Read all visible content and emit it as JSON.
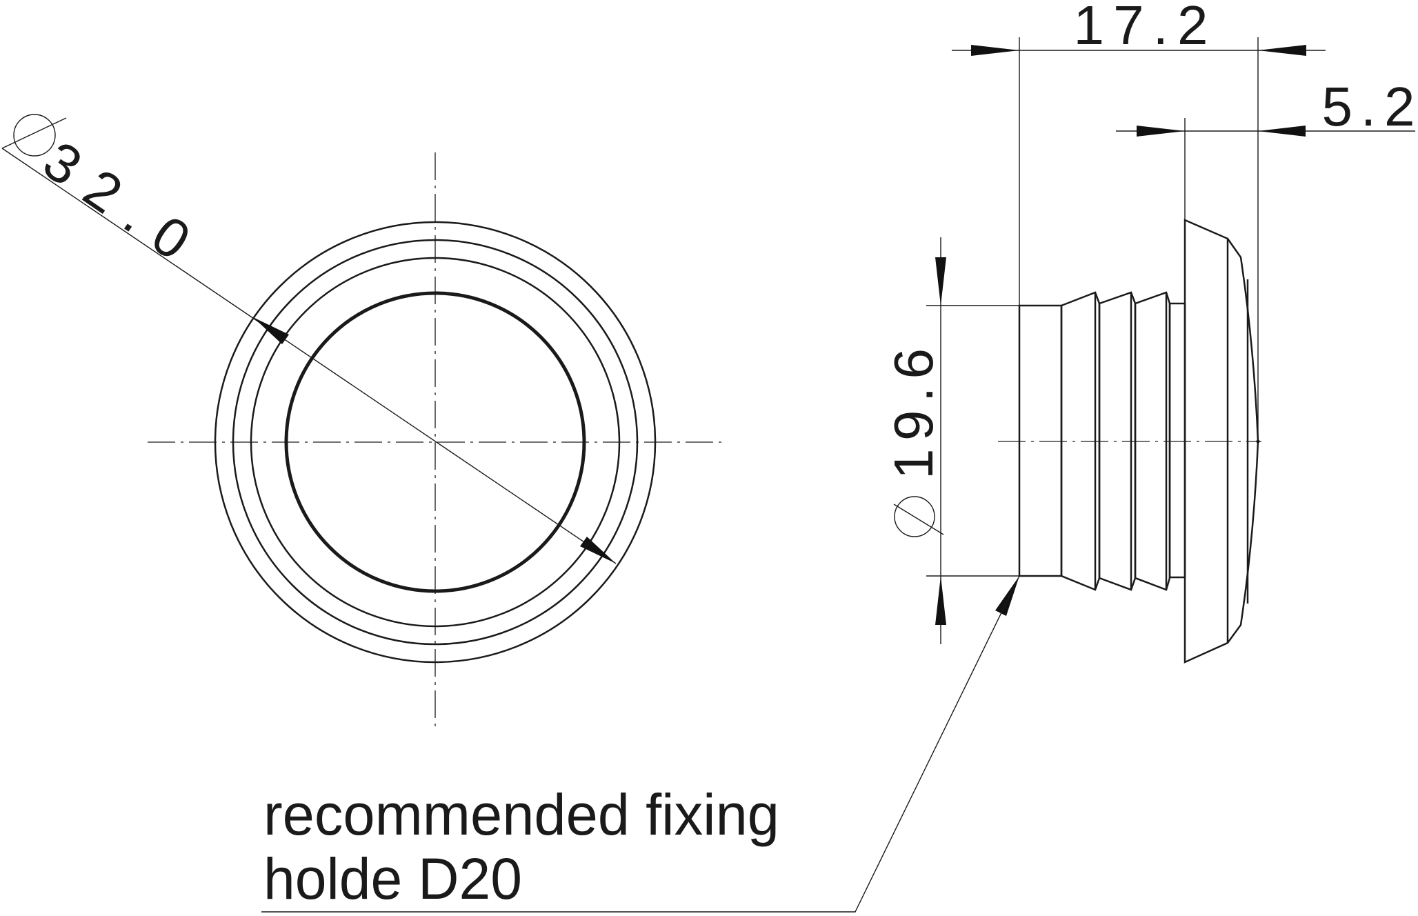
{
  "drawing": {
    "front_view": {
      "diameter_label": "32.0",
      "diameter_symbol": "diameter-symbol"
    },
    "side_view": {
      "length_label": "17.2",
      "flange_label": "5.2",
      "shank_diameter_label": "19.6",
      "diameter_symbol": "diameter-symbol"
    },
    "note": {
      "line1": "recommended fixing",
      "line2": "holde D20"
    }
  }
}
